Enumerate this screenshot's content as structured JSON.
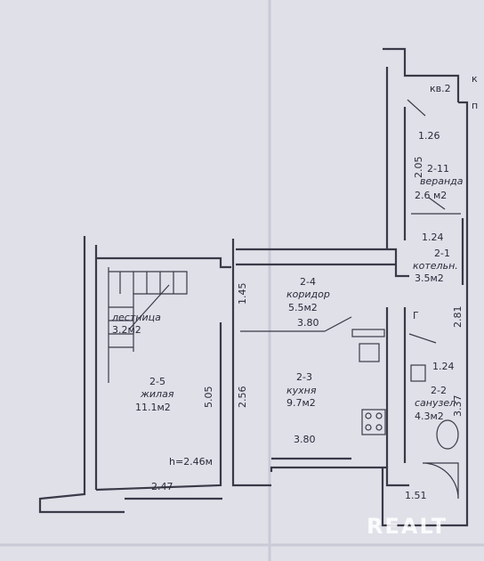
{
  "watermark": "REALT",
  "rooms": [
    {
      "id": "2-1",
      "name": "котельн.",
      "area": "3.5м2"
    },
    {
      "id": "2-2",
      "name": "санузел",
      "area": "4.3м2"
    },
    {
      "id": "2-3",
      "name": "кухня",
      "area": "9.7м2"
    },
    {
      "id": "2-4",
      "name": "коридор",
      "area": "5.5м2"
    },
    {
      "id": "2-5",
      "name": "жилая",
      "area": "11.1м2"
    },
    {
      "id": "2-11",
      "name": "веранда",
      "area": "2.6 м2"
    },
    {
      "id": "",
      "name": "лестница",
      "area": "3.2м2"
    }
  ],
  "labels": {
    "porch_area": "кв.2",
    "corner_mark_top": "к",
    "corner_mark_right": "п",
    "ceiling_height": "h=2.46м",
    "boiler_mark": "Г"
  },
  "dimensions": {
    "d_1_26": "1.26",
    "d_2_05": "2.05",
    "d_1_24_top": "1.24",
    "d_1_45": "1.45",
    "d_3_80_top": "3.80",
    "d_2_81": "2.81",
    "d_1_24_bottom": "1.24",
    "d_3_37": "3.37",
    "d_5_05": "5.05",
    "d_2_56": "2.56",
    "d_3_80_bottom": "3.80",
    "d_2_47": "2.47",
    "d_1_51": "1.51"
  }
}
